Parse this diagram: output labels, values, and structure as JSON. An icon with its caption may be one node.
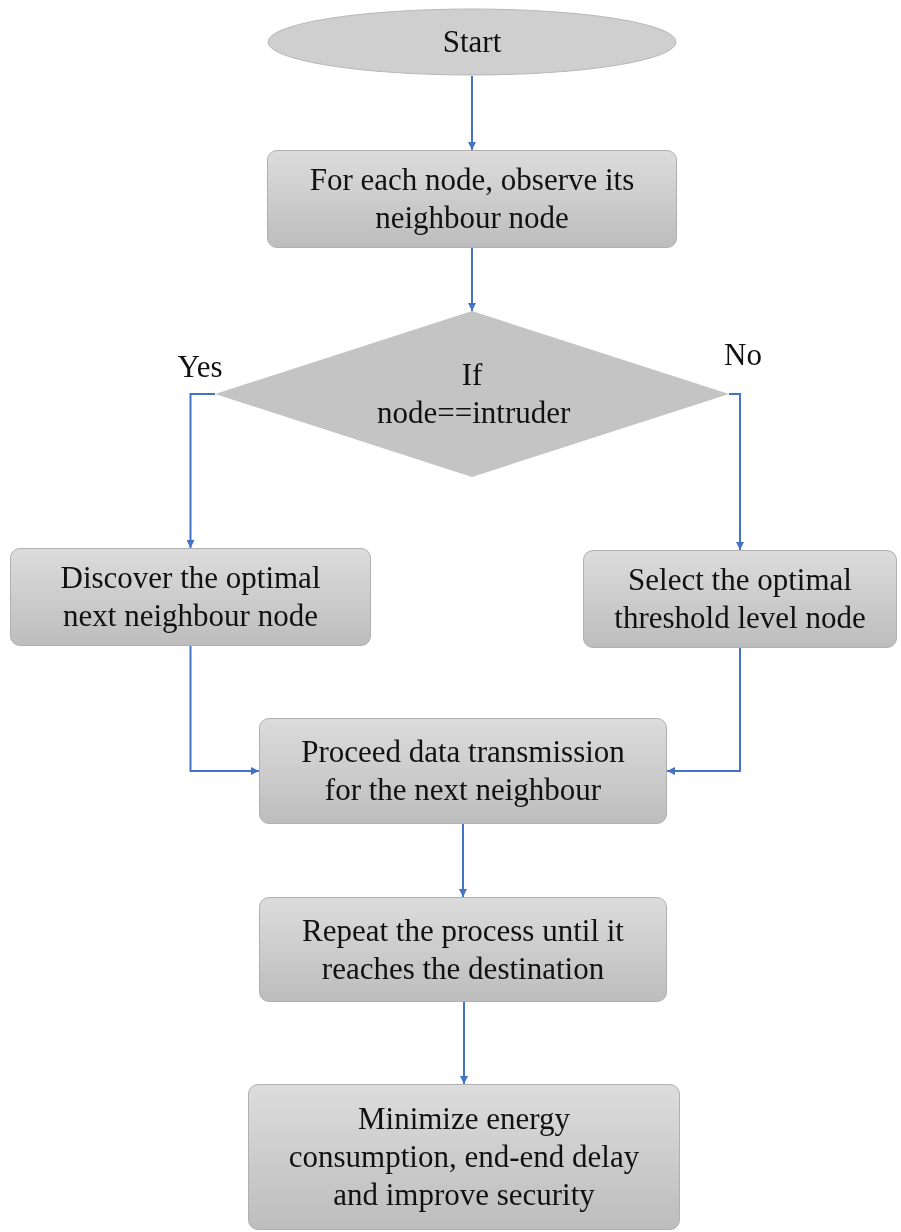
{
  "diagram": {
    "nodes": [
      {
        "text": [
          "Start"
        ]
      },
      {
        "text": [
          "For each node, observe its neighbour node"
        ]
      },
      {
        "text": [
          "If node==intruder"
        ]
      },
      {
        "text": [
          "Discover the optimal next neighbour node"
        ]
      },
      {
        "text": [
          "Select the optimal threshold level node"
        ]
      },
      {
        "text": [
          "Proceed data transmission for the next neighbour"
        ]
      },
      {
        "text": [
          "Repeat the process until it reaches the destination"
        ]
      },
      {
        "text": [
          "Minimize energy consumption, end-end delay and improve security"
        ]
      }
    ],
    "edges": [
      {
        "from": 0,
        "to": 1,
        "arrow": "to"
      },
      {
        "from": 1,
        "to": 2,
        "arrow": "to"
      },
      {
        "from": 2,
        "to": 3,
        "arrow": "to",
        "label": "Yes"
      },
      {
        "from": 2,
        "to": 4,
        "arrow": "to",
        "label": "No"
      },
      {
        "from": 3,
        "to": 5,
        "arrow": "to"
      },
      {
        "from": 4,
        "to": 5,
        "arrow": "to"
      },
      {
        "from": 5,
        "to": 6,
        "arrow": "to"
      },
      {
        "from": 6,
        "to": 7,
        "arrow": "to"
      }
    ]
  }
}
